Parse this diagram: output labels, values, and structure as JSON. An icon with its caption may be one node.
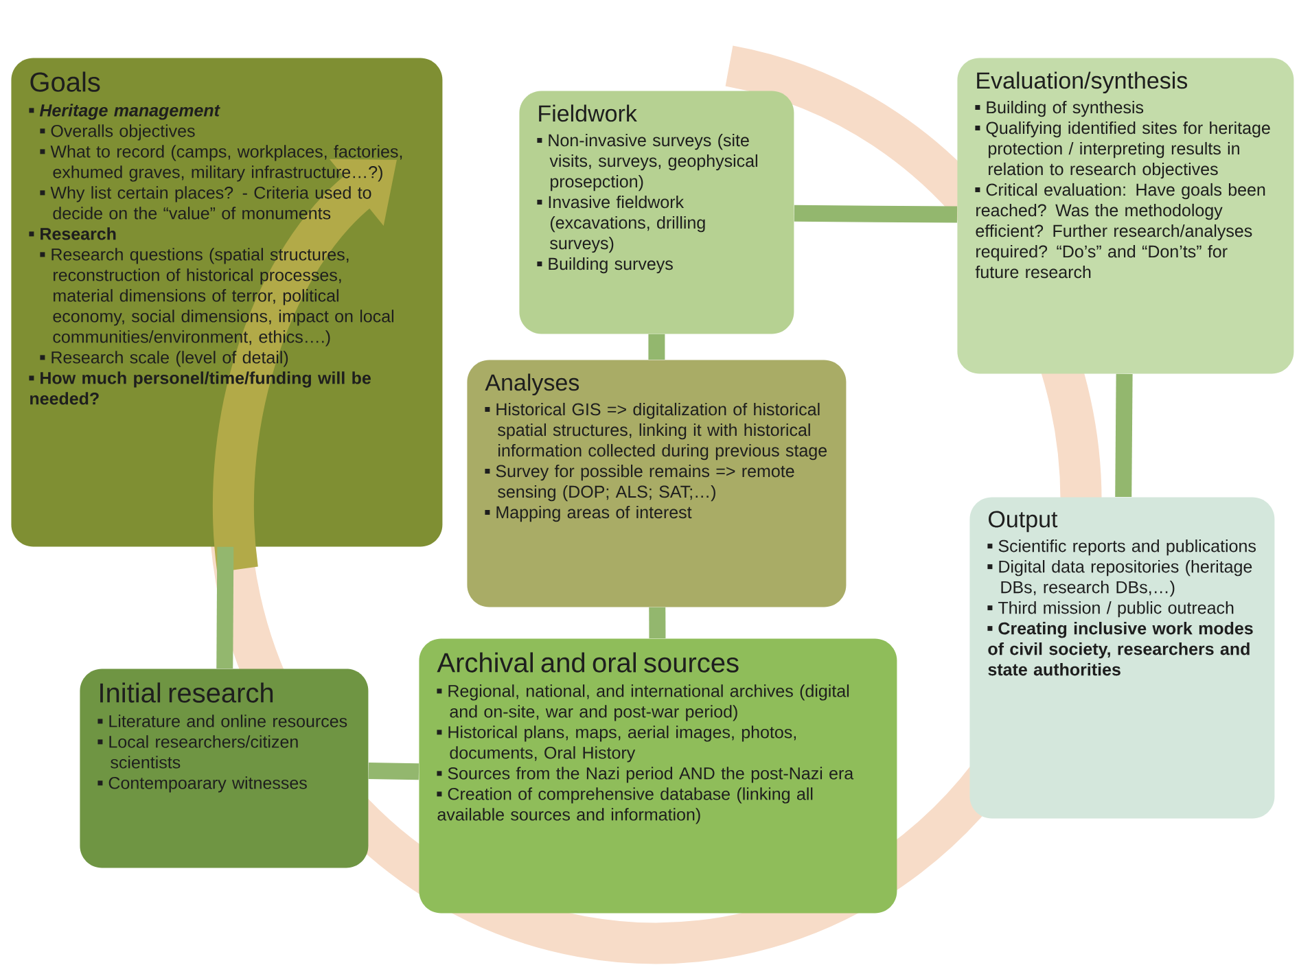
{
  "diagram": {
    "nodes": [
      {
        "text": [
          "Goals",
          "Heritage management",
          "Overalls objectives",
          "What to record (camps, workplaces, factories, exhumed graves, military infrastructure…?)",
          "Why list certain places? - Criteria used to decide on the “value” of monuments",
          "Research",
          "Research questions (spatial structures, reconstruction of historical processes, material dimensions of terror, political economy, social dimensions, impact on local communities/environment, ethics….)",
          "Research scale (level of detail)",
          "How much personel/time/funding will be needed?"
        ]
      },
      {
        "text": [
          "Fieldwork",
          "Non-invasive surveys (site visits, surveys, geophysical prosepction)",
          "Invasive fieldwork (excavations, drilling surveys)",
          "Building surveys"
        ]
      },
      {
        "text": [
          "Analyses",
          "Historical GIS => digitalization of historical spatial structures, linking it with historical information collected during previous stage",
          "Survey for possible remains => remote sensing (DOP; ALS; SAT;…)",
          "Mapping areas of interest"
        ]
      },
      {
        "text": [
          "Evaluation/synthesis",
          "Building of synthesis",
          "Qualifying identified sites for heritage protection / interpreting results in relation to research objectives",
          "Critical evaluation: Have goals been reached? Was the methodology efficient? Further research/analyses required? “Do’s” and “Don’ts” for future research"
        ]
      },
      {
        "text": [
          "Output",
          "Scientific reports and publications",
          "Digital data repositories (heritage DBs, research DBs,…)",
          "Third mission / public outreach",
          "Creating inclusive work modes of civil society, researchers and state authorities"
        ]
      },
      {
        "text": [
          "Initial research",
          "Literature and online resources",
          "Local researchers/citizen scientists",
          "Contempoarary witnesses"
        ]
      },
      {
        "text": [
          "Archival and oral sources",
          "Regional, national, and international archives (digital and on-site, war and post-war period)",
          "Historical plans, maps, aerial images,  photos, documents, Oral History",
          "Sources from the Nazi period AND the post-Nazi era",
          "Creation of comprehensive database (linking all available sources and information)"
        ]
      }
    ],
    "edges": [
      {
        "from": 0,
        "to": 5,
        "arrow": "none"
      },
      {
        "from": 5,
        "to": 6,
        "arrow": "none"
      },
      {
        "from": 6,
        "to": 2,
        "arrow": "none"
      },
      {
        "from": 2,
        "to": 1,
        "arrow": "none"
      },
      {
        "from": 1,
        "to": 3,
        "arrow": "none"
      },
      {
        "from": 3,
        "to": 4,
        "arrow": "none"
      }
    ]
  }
}
